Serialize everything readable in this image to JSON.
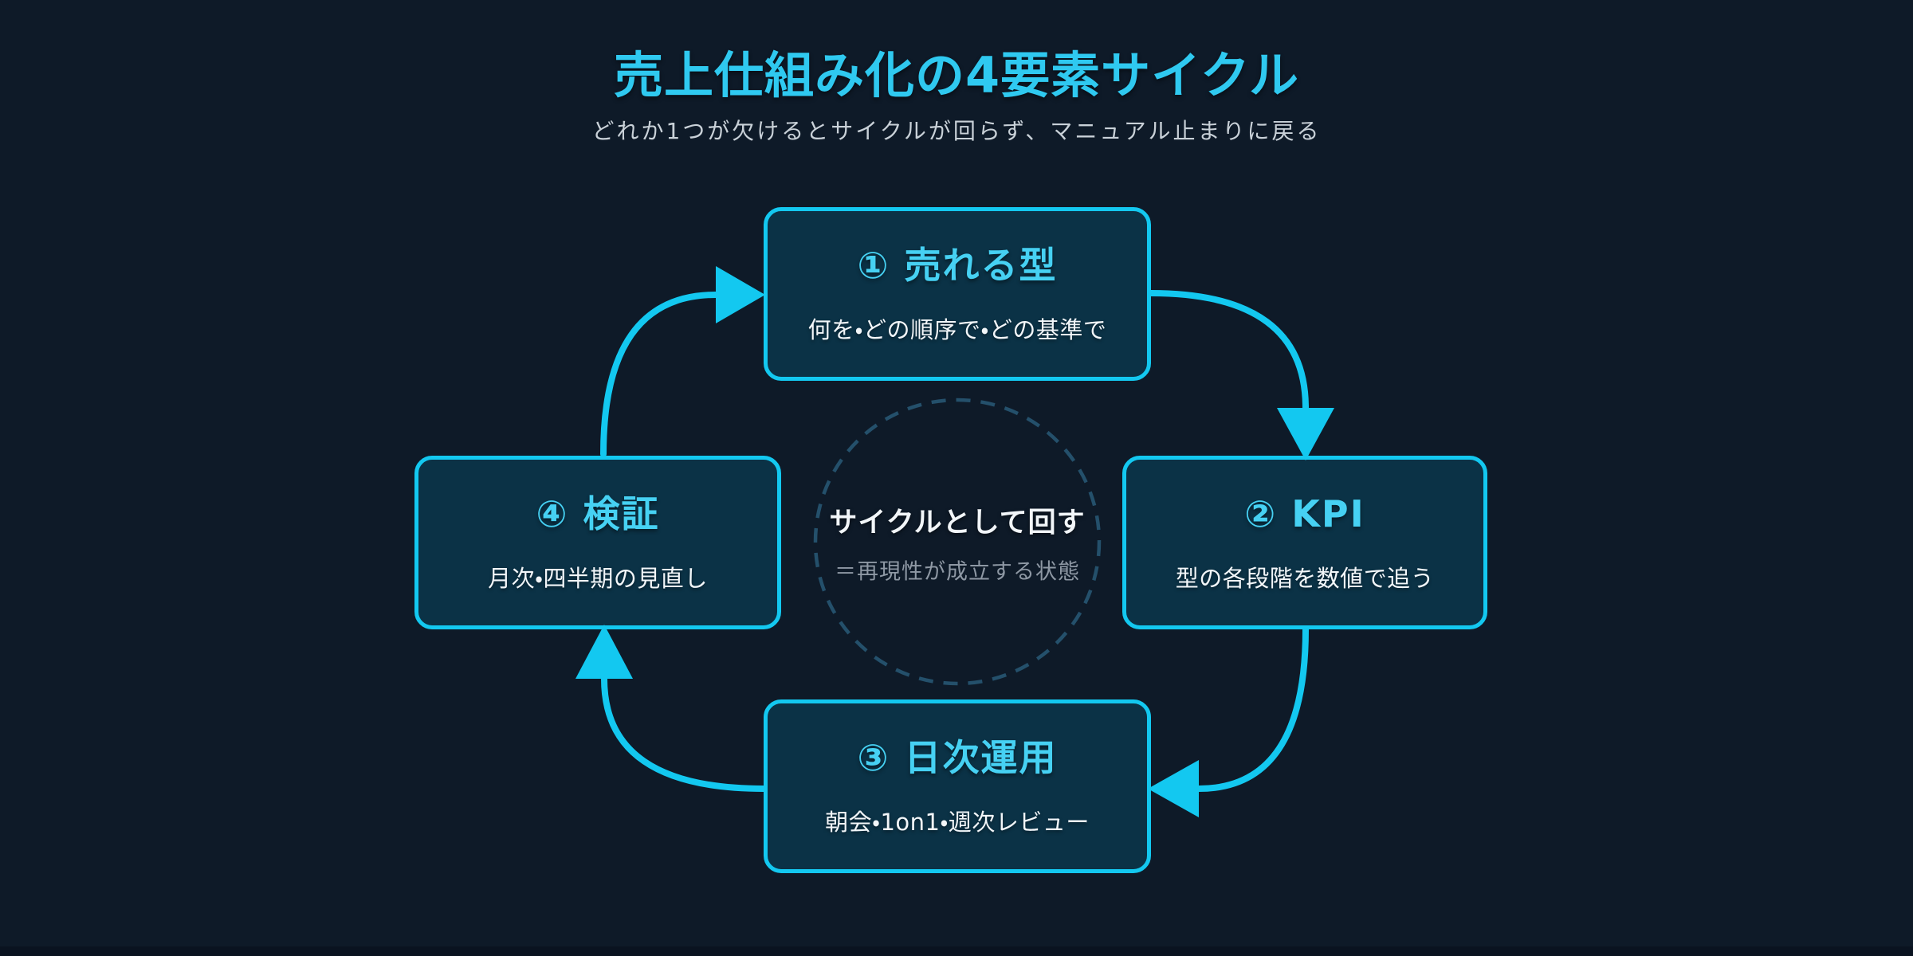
{
  "colors": {
    "background": "#0e1a28",
    "box_fill": "#0b3246",
    "accent": "#13c8f0",
    "page_title": "#2fc9f0",
    "node_heading": "#46d1f3",
    "body_text": "#f2f6f9",
    "subtitle": "#c9d1d8",
    "muted": "#8e98a4",
    "ring": "#24506b",
    "bottom_strip": "#0a1320"
  },
  "header": {
    "title": "売上仕組み化の4要素サイクル",
    "subtitle": "どれか1つが欠けるとサイクルが回らず、マニュアル止まりに戻る"
  },
  "cycle": {
    "nodes": [
      {
        "heading": "① 売れる型",
        "description": "何を・どの順序で・どの基準で"
      },
      {
        "heading": "② KPI",
        "description": "型の各段階を数値で追う"
      },
      {
        "heading": "③ 日次運用",
        "description": "朝会・1on1・週次レビュー"
      },
      {
        "heading": "④ 検証",
        "description": "月次・四半期の見直し"
      }
    ],
    "center": {
      "title": "サイクルとして回す",
      "subtitle": "＝再現性が成立する状態"
    }
  }
}
